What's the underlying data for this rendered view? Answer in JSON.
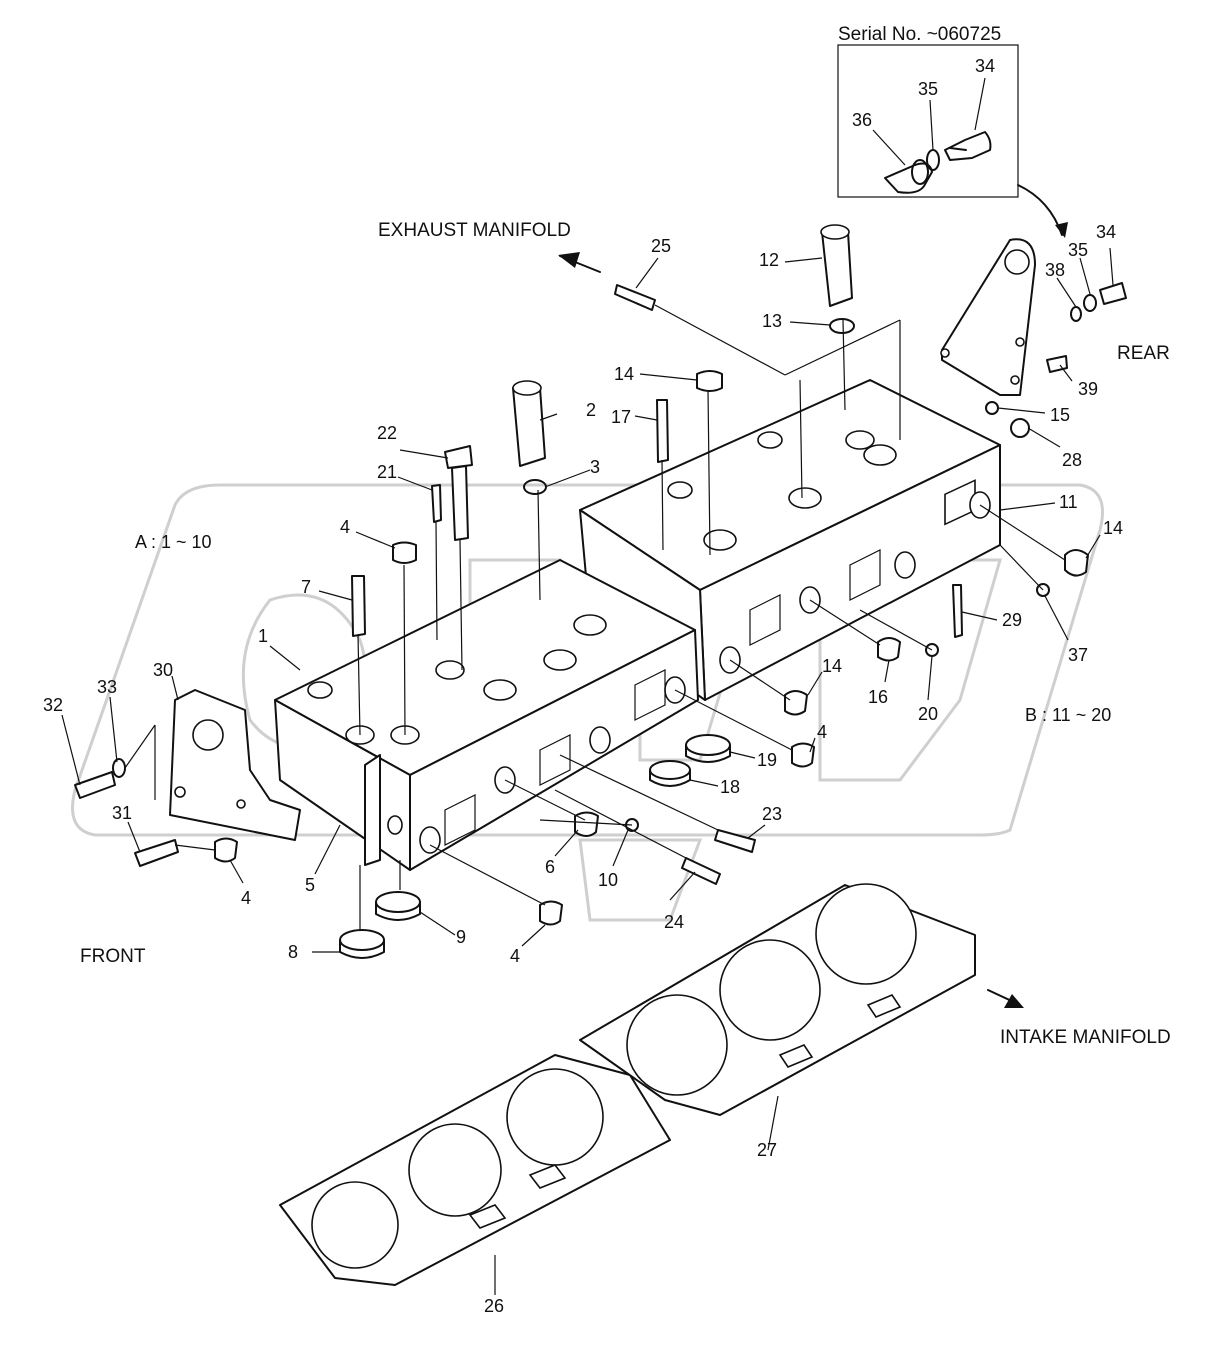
{
  "inset": {
    "caption": "Serial No. ~060725"
  },
  "labels": {
    "exhaust": "EXHAUST MANIFOLD",
    "intake": "INTAKE MANIFOLD",
    "front": "FRONT",
    "rear": "REAR",
    "group_a": "A : 1 ~ 10",
    "group_b": "B : 11 ~ 20"
  },
  "callouts": [
    "1",
    "2",
    "3",
    "4",
    "5",
    "6",
    "7",
    "8",
    "9",
    "10",
    "11",
    "12",
    "13",
    "14",
    "15",
    "16",
    "17",
    "18",
    "19",
    "20",
    "21",
    "22",
    "23",
    "24",
    "25",
    "26",
    "27",
    "28",
    "29",
    "30",
    "31",
    "32",
    "33",
    "34",
    "35",
    "36",
    "37",
    "38",
    "39"
  ],
  "inset_callouts": [
    "34",
    "35",
    "36"
  ],
  "repeat_callouts": [
    "4",
    "4",
    "4",
    "4",
    "14",
    "14"
  ]
}
